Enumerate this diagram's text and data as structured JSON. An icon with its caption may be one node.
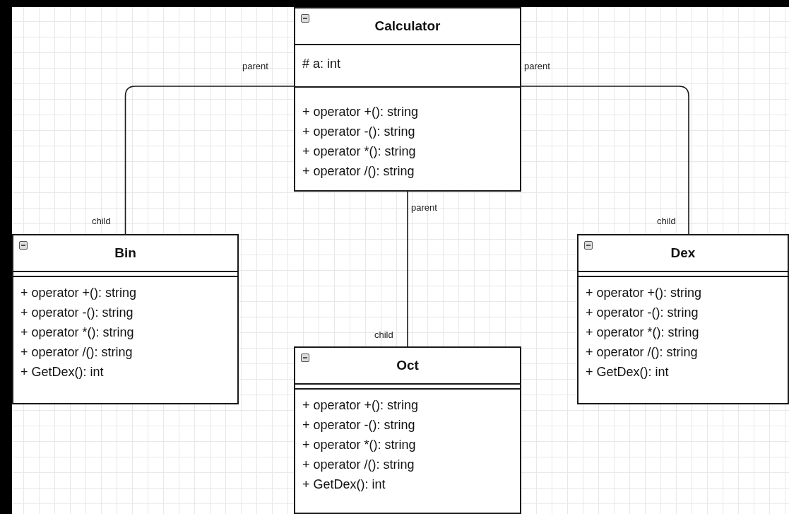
{
  "diagram": {
    "nodes": [
      {
        "text": [
          "Calculator",
          "# a: int",
          "+ operator +(): string",
          "+ operator -(): string",
          "+ operator *(): string",
          "+ operator /(): string"
        ]
      },
      {
        "text": [
          "Bin",
          "+ operator +(): string",
          "+ operator -(): string",
          "+ operator *(): string",
          "+ operator /(): string",
          "+ GetDex(): int"
        ]
      },
      {
        "text": [
          "Dex",
          "+ operator +(): string",
          "+ operator -(): string",
          "+ operator *(): string",
          "+ operator /(): string",
          "+ GetDex(): int"
        ]
      },
      {
        "text": [
          "Oct",
          "+ operator +(): string",
          "+ operator -(): string",
          "+ operator *(): string",
          "+ operator /(): string",
          "+ GetDex(): int"
        ]
      }
    ],
    "edges": [
      {
        "from": 0,
        "to": 1,
        "arrow": "none"
      },
      {
        "from": 0,
        "to": 2,
        "arrow": "none"
      },
      {
        "from": 0,
        "to": 3,
        "arrow": "none"
      }
    ],
    "labels": [
      "parent",
      "parent",
      "parent",
      "child",
      "child",
      "child"
    ]
  }
}
